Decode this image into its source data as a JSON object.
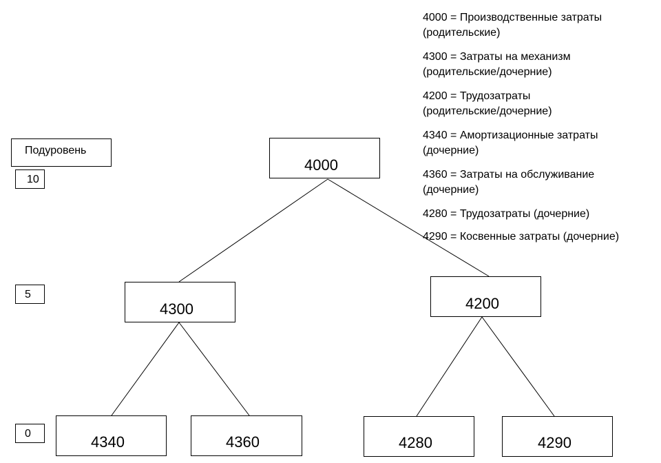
{
  "level_panel": {
    "title": "Подуровень",
    "levels": [
      "10",
      "5",
      "0"
    ]
  },
  "tree": {
    "root": "4000",
    "mid_left": "4300",
    "mid_right": "4200",
    "leaf_1": "4340",
    "leaf_2": "4360",
    "leaf_3": "4280",
    "leaf_4": "4290"
  },
  "legend": [
    {
      "line1": "4000 = Производственные затраты",
      "line2": "(родительские)"
    },
    {
      "line1": "4300 = Затраты на механизм",
      "line2": "(родительские/дочерние)"
    },
    {
      "line1": "4200 = Трудозатраты",
      "line2": "(родительские/дочерние)"
    },
    {
      "line1": "4340 = Амортизационные затраты",
      "line2": "(дочерние)"
    },
    {
      "line1": "4360 = Затраты на обслуживание",
      "line2": "(дочерние)"
    },
    {
      "line1": "4280 = Трудозатраты (дочерние)",
      "line2": ""
    },
    {
      "line1": "4290 = Косвенные затраты (дочерние)",
      "line2": ""
    }
  ],
  "colors": {
    "line": "#000000",
    "background": "#ffffff"
  }
}
